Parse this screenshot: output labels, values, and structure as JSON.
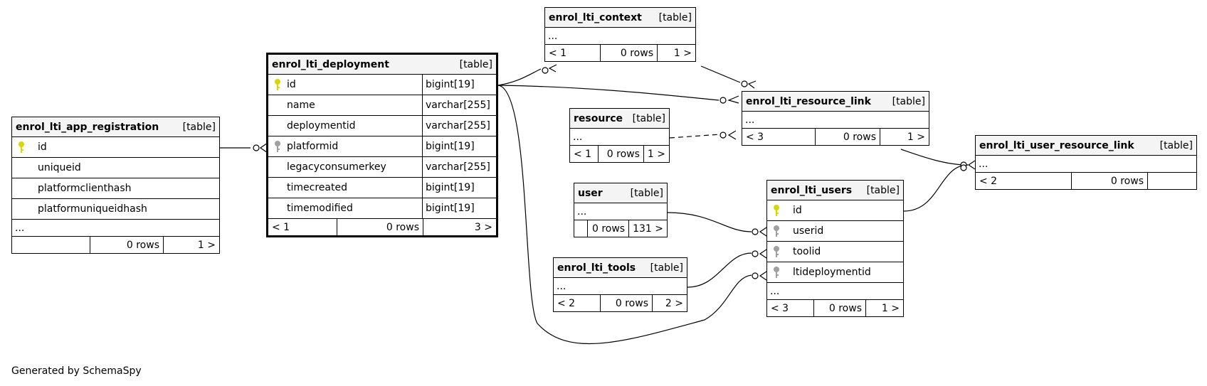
{
  "footer": {
    "generated_by": "Generated by SchemaSpy"
  },
  "colors": {
    "primary_key": "#d8d800",
    "foreign_key": "#a0a0a0",
    "header_bg": "#f4f4f4"
  },
  "tables": {
    "app_registration": {
      "name": "enrol_lti_app_registration",
      "kind": "[table]",
      "columns": [
        {
          "name": "id",
          "key": "primary-key-icon"
        },
        {
          "name": "uniqueid"
        },
        {
          "name": "platformclienthash"
        },
        {
          "name": "platformuniqueidhash"
        }
      ],
      "more": "...",
      "footer": {
        "parents": "",
        "rows": "0 rows",
        "children": "1 >"
      }
    },
    "deployment": {
      "name": "enrol_lti_deployment",
      "kind": "[table]",
      "columns": [
        {
          "name": "id",
          "type": "bigint[19]",
          "key": "primary-key-icon"
        },
        {
          "name": "name",
          "type": "varchar[255]"
        },
        {
          "name": "deploymentid",
          "type": "varchar[255]"
        },
        {
          "name": "platformid",
          "type": "bigint[19]",
          "key": "foreign-key-icon"
        },
        {
          "name": "legacyconsumerkey",
          "type": "varchar[255]"
        },
        {
          "name": "timecreated",
          "type": "bigint[19]"
        },
        {
          "name": "timemodified",
          "type": "bigint[19]"
        }
      ],
      "footer": {
        "parents": "< 1",
        "rows": "0 rows",
        "children": "3 >"
      }
    },
    "context": {
      "name": "enrol_lti_context",
      "kind": "[table]",
      "more": "...",
      "footer": {
        "parents": "< 1",
        "rows": "0 rows",
        "children": "1 >"
      }
    },
    "resource": {
      "name": "resource",
      "kind": "[table]",
      "more": "...",
      "footer": {
        "parents": "< 1",
        "rows": "0 rows",
        "children": "1 >"
      }
    },
    "resource_link": {
      "name": "enrol_lti_resource_link",
      "kind": "[table]",
      "more": "...",
      "footer": {
        "parents": "< 3",
        "rows": "0 rows",
        "children": "1 >"
      }
    },
    "user": {
      "name": "user",
      "kind": "[table]",
      "more": "...",
      "footer": {
        "parents": "",
        "rows": "0 rows",
        "children": "131 >"
      }
    },
    "tools": {
      "name": "enrol_lti_tools",
      "kind": "[table]",
      "more": "...",
      "footer": {
        "parents": "< 2",
        "rows": "0 rows",
        "children": "2 >"
      }
    },
    "users": {
      "name": "enrol_lti_users",
      "kind": "[table]",
      "columns": [
        {
          "name": "id",
          "key": "primary-key-icon"
        },
        {
          "name": "userid",
          "key": "foreign-key-icon"
        },
        {
          "name": "toolid",
          "key": "foreign-key-icon"
        },
        {
          "name": "ltideploymentid",
          "key": "foreign-key-icon"
        }
      ],
      "more": "...",
      "footer": {
        "parents": "< 3",
        "rows": "0 rows",
        "children": "1 >"
      }
    },
    "user_resource_link": {
      "name": "enrol_lti_user_resource_link",
      "kind": "[table]",
      "more": "...",
      "footer": {
        "parents": "< 2",
        "rows": "0 rows",
        "children": ""
      }
    }
  }
}
